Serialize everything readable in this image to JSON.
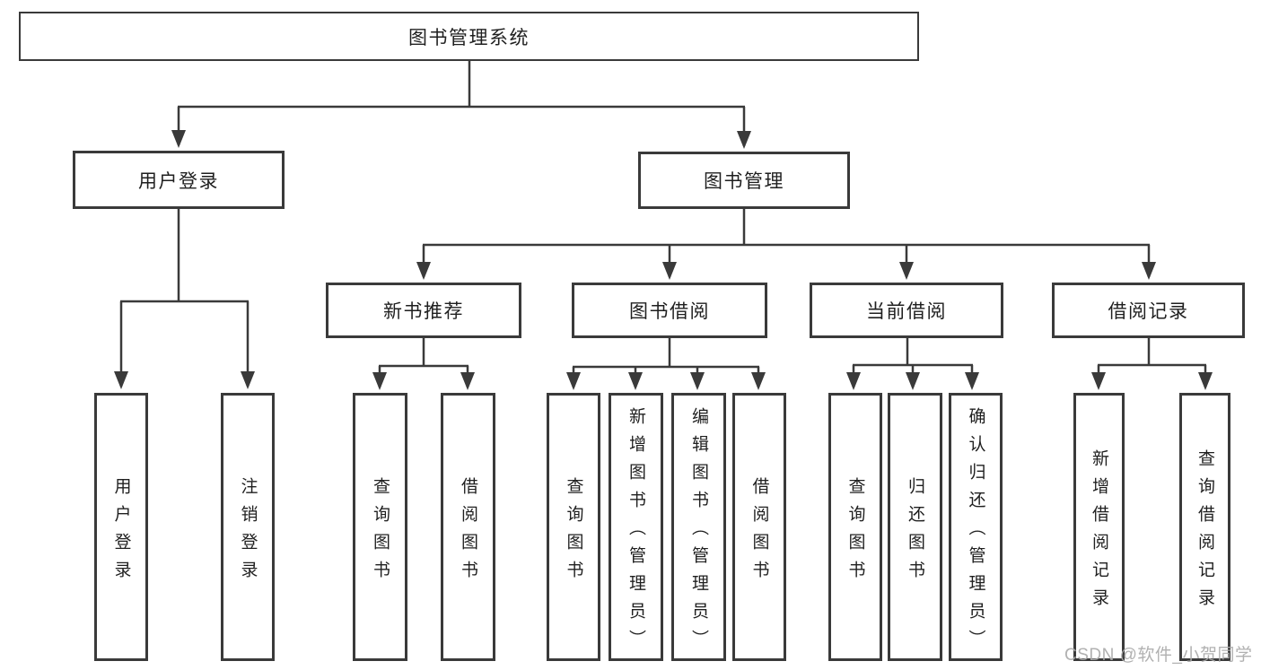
{
  "diagram": {
    "watermark": "CSDN @软件_小贺同学",
    "colors": {
      "line": "#3a3a3a",
      "box_border": "#3a3a3a",
      "text": "#1f1f1f",
      "watermark": "#ababab",
      "background": "#ffffff"
    },
    "tree": {
      "label": "图书管理系统",
      "children": [
        {
          "label": "用户登录",
          "children": [
            {
              "label": "用户登录"
            },
            {
              "label": "注销登录"
            }
          ]
        },
        {
          "label": "图书管理",
          "children": [
            {
              "label": "新书推荐",
              "children": [
                {
                  "label": "查询图书"
                },
                {
                  "label": "借阅图书"
                }
              ]
            },
            {
              "label": "图书借阅",
              "children": [
                {
                  "label": "查询图书"
                },
                {
                  "label": "新增图书（管理员）"
                },
                {
                  "label": "编辑图书（管理员）"
                },
                {
                  "label": "借阅图书"
                }
              ]
            },
            {
              "label": "当前借阅",
              "children": [
                {
                  "label": "查询图书"
                },
                {
                  "label": "归还图书"
                },
                {
                  "label": "确认归还（管理员）"
                }
              ]
            },
            {
              "label": "借阅记录",
              "children": [
                {
                  "label": "新增借阅记录"
                },
                {
                  "label": "查询借阅记录"
                }
              ]
            }
          ]
        }
      ]
    }
  }
}
